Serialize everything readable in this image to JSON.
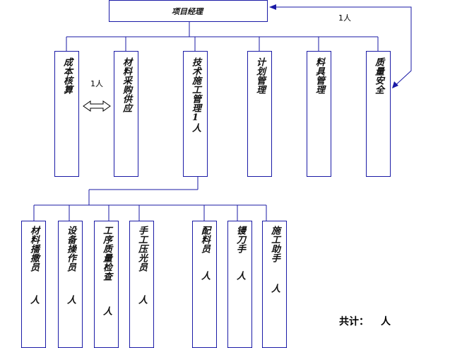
{
  "top": {
    "label": "项目经理"
  },
  "annotations": {
    "top_right_count": "1人",
    "middle_count": "1人"
  },
  "level2": [
    {
      "label": "成本核算"
    },
    {
      "label": "材料采购供应"
    },
    {
      "label": "技术施工管理1人"
    },
    {
      "label": "计划管理"
    },
    {
      "label": "料具管理"
    },
    {
      "label": "质量安全"
    }
  ],
  "level3_left": [
    {
      "label": "材料播撒员",
      "count": "人"
    },
    {
      "label": "设备操作员",
      "count": "人"
    },
    {
      "label": "工序质量检查",
      "count": "人"
    },
    {
      "label": "手工压光员",
      "count": "人"
    }
  ],
  "level3_right": [
    {
      "label": "配料员",
      "count": "人"
    },
    {
      "label": "镘刀手",
      "count": "人"
    },
    {
      "label": "施工助手",
      "count": "人"
    }
  ],
  "total": {
    "label": "共计：",
    "unit": "人"
  },
  "colors": {
    "line": "#1a1aa6",
    "text": "#111111"
  }
}
